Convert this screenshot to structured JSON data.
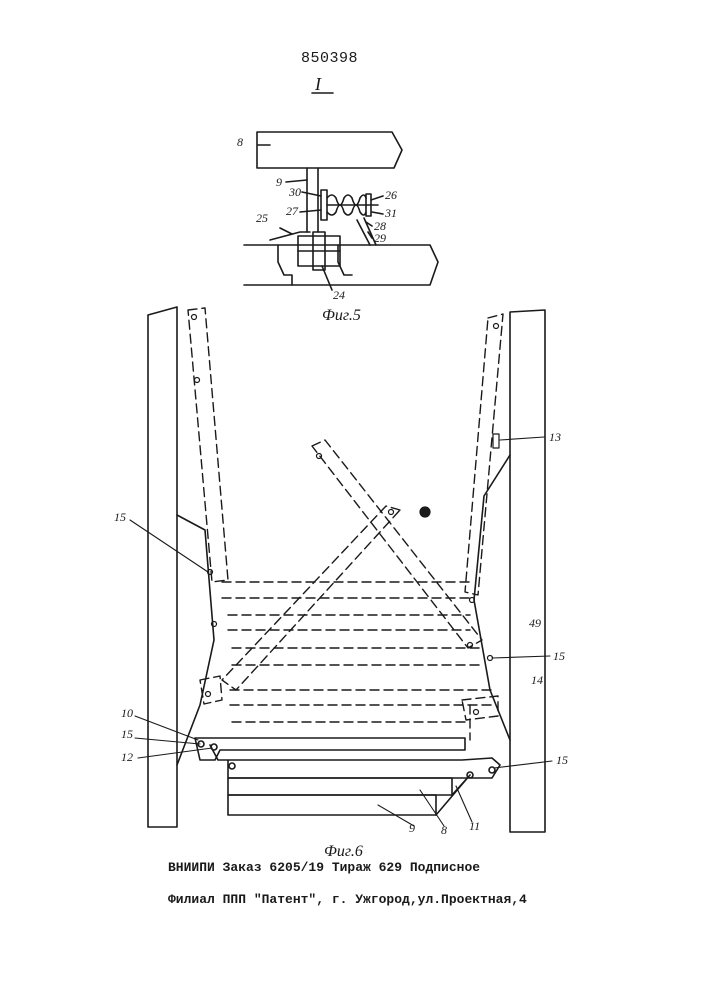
{
  "header": {
    "patent_number": "850398",
    "section_mark": "I"
  },
  "figures": {
    "fig5": {
      "caption": "Фиг.5",
      "labels": [
        "8",
        "9",
        "30",
        "27",
        "25",
        "26",
        "31",
        "28",
        "29",
        "24"
      ]
    },
    "fig6": {
      "caption": "Фиг.6",
      "labels": [
        "15",
        "13",
        "49",
        "15",
        "14",
        "10",
        "15",
        "12",
        "15",
        "9",
        "8",
        "11"
      ]
    }
  },
  "imprint": {
    "line1": "ВНИИПИ Заказ 6205/19 Тираж 629 Подписное",
    "line2": "Филиал ППП \"Патент\", г. Ужгород,ул.Проектная,4"
  }
}
